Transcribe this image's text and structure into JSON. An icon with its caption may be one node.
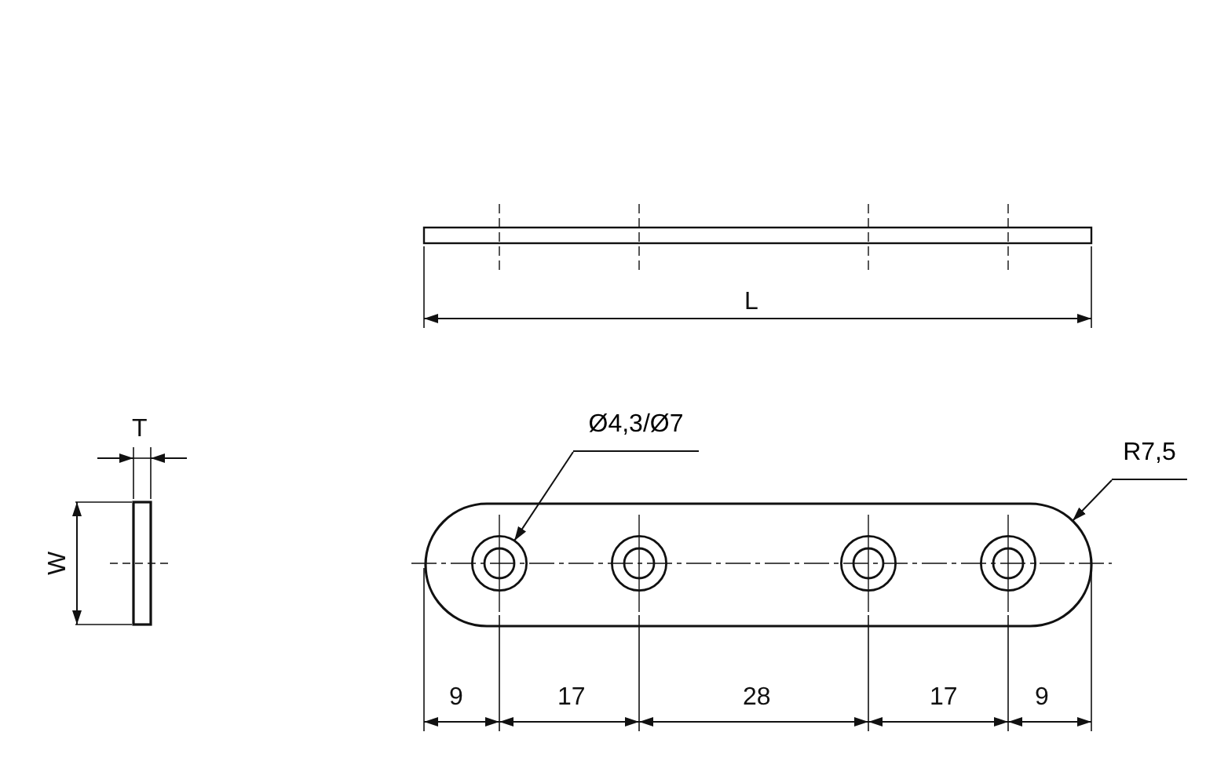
{
  "diagram": {
    "nodes": [
      {
        "text": [
          "Ø4,3/Ø7"
        ]
      },
      {
        "text": [
          "R7,5"
        ]
      },
      {
        "text": [],
        "shape": "box"
      },
      {
        "text": [],
        "shape": "circle",
        "in": 2
      },
      {
        "text": [],
        "shape": "circle",
        "in": 2
      },
      {
        "text": [],
        "shape": "circle",
        "in": 2
      },
      {
        "text": [],
        "shape": "circle",
        "in": 2
      }
    ],
    "edges": [
      {
        "from": 0,
        "to": 3,
        "arrow": "to"
      },
      {
        "from": 1,
        "to": 2,
        "arrow": "to"
      }
    ],
    "labels": [
      "L",
      "T",
      "W",
      "9",
      "17",
      "28",
      "17",
      "9"
    ]
  }
}
